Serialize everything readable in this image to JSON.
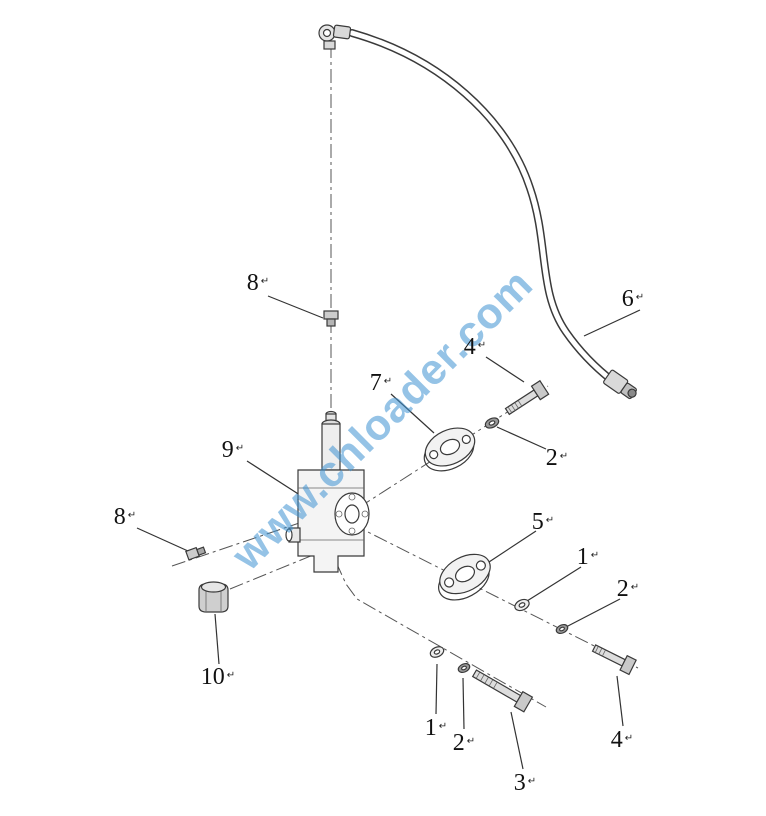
{
  "watermark": {
    "text": "www.chloader.com",
    "color": "#3f93d2"
  },
  "callouts": [
    {
      "text": "8",
      "mark": "↵"
    },
    {
      "text": "6",
      "mark": "↵"
    },
    {
      "text": "4",
      "mark": "↵"
    },
    {
      "text": "7",
      "mark": "↵"
    },
    {
      "text": "2",
      "mark": "↵"
    },
    {
      "text": "9",
      "mark": "↵"
    },
    {
      "text": "8",
      "mark": "↵"
    },
    {
      "text": "5",
      "mark": "↵"
    },
    {
      "text": "1",
      "mark": "↵"
    },
    {
      "text": "2",
      "mark": "↵"
    },
    {
      "text": "10",
      "mark": "↵"
    },
    {
      "text": "1",
      "mark": "↵"
    },
    {
      "text": "2",
      "mark": "↵"
    },
    {
      "text": "3",
      "mark": "↵"
    },
    {
      "text": "4",
      "mark": "↵"
    }
  ]
}
